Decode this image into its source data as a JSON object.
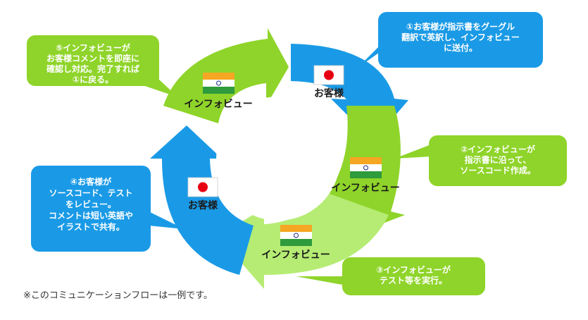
{
  "colors": {
    "green": "#8fd42a",
    "blue": "#1a9ae6",
    "light_green": "#b6ec73",
    "white": "#ffffff",
    "flag_saffron": "#f5a623",
    "flag_green": "#2e9b3c",
    "flag_red": "#e60012"
  },
  "ring": {
    "node_customer_top": "お客様",
    "node_india_right": "インフォビュー",
    "node_india_bottom": "インフォビュー",
    "node_customer_left": "お客様",
    "node_india_topleft": "インフォビュー"
  },
  "callouts": {
    "step1": [
      "①お客様が指示書をグーグル",
      "翻訳で英訳し、インフォビュー",
      "に送付。"
    ],
    "step2": [
      "②インフォビューが",
      "指示書に沿って、",
      "ソースコード作成。"
    ],
    "step3": [
      "③インフォビューが",
      "テスト等を実行。"
    ],
    "step4": [
      "④お客様が",
      "ソースコード、テスト",
      "をレビュー。",
      "コメントは短い英語や",
      "イラストで共有。"
    ],
    "step5": [
      "⑤インフォビューが",
      "お客様コメントを即座に",
      "確認し対応。完了すれば",
      "①に戻る。"
    ]
  },
  "footnote": "※このコミュニケーションフローは一例です。"
}
